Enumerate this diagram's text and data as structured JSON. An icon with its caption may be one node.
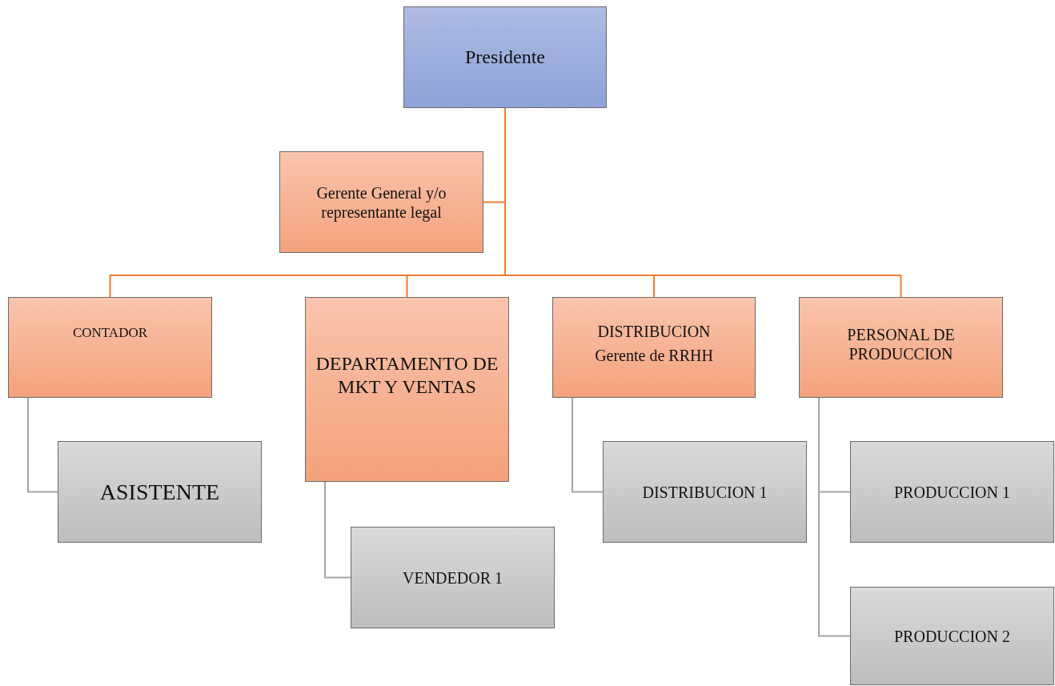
{
  "diagram": {
    "nodes": [
      {
        "text": [
          "Presidente"
        ]
      },
      {
        "text": [
          "Gerente General y/o representante legal"
        ]
      },
      {
        "text": [
          "CONTADOR"
        ]
      },
      {
        "text": [
          "DEPARTAMENTO DE MKT Y VENTAS"
        ]
      },
      {
        "text": [
          "DISTRIBUCION",
          "Gerente de RRHH"
        ]
      },
      {
        "text": [
          "PERSONAL DE PRODUCCION"
        ]
      },
      {
        "text": [
          "ASISTENTE"
        ]
      },
      {
        "text": [
          "VENDEDOR 1"
        ]
      },
      {
        "text": [
          "DISTRIBUCION 1"
        ]
      },
      {
        "text": [
          "PRODUCCION 1"
        ]
      },
      {
        "text": [
          "PRODUCCION 2"
        ]
      }
    ],
    "edges": [
      {
        "from": 0,
        "to": 1,
        "arrow": "none"
      },
      {
        "from": 0,
        "to": 2,
        "arrow": "none"
      },
      {
        "from": 0,
        "to": 3,
        "arrow": "none"
      },
      {
        "from": 0,
        "to": 4,
        "arrow": "none"
      },
      {
        "from": 0,
        "to": 5,
        "arrow": "none"
      },
      {
        "from": 2,
        "to": 6,
        "arrow": "none",
        "color": "#a5a5a5"
      },
      {
        "from": 3,
        "to": 7,
        "arrow": "none",
        "color": "#a5a5a5"
      },
      {
        "from": 4,
        "to": 8,
        "arrow": "none",
        "color": "#a5a5a5"
      },
      {
        "from": 5,
        "to": 9,
        "arrow": "none",
        "color": "#a5a5a5"
      },
      {
        "from": 5,
        "to": 10,
        "arrow": "none",
        "color": "#a5a5a5"
      }
    ]
  }
}
